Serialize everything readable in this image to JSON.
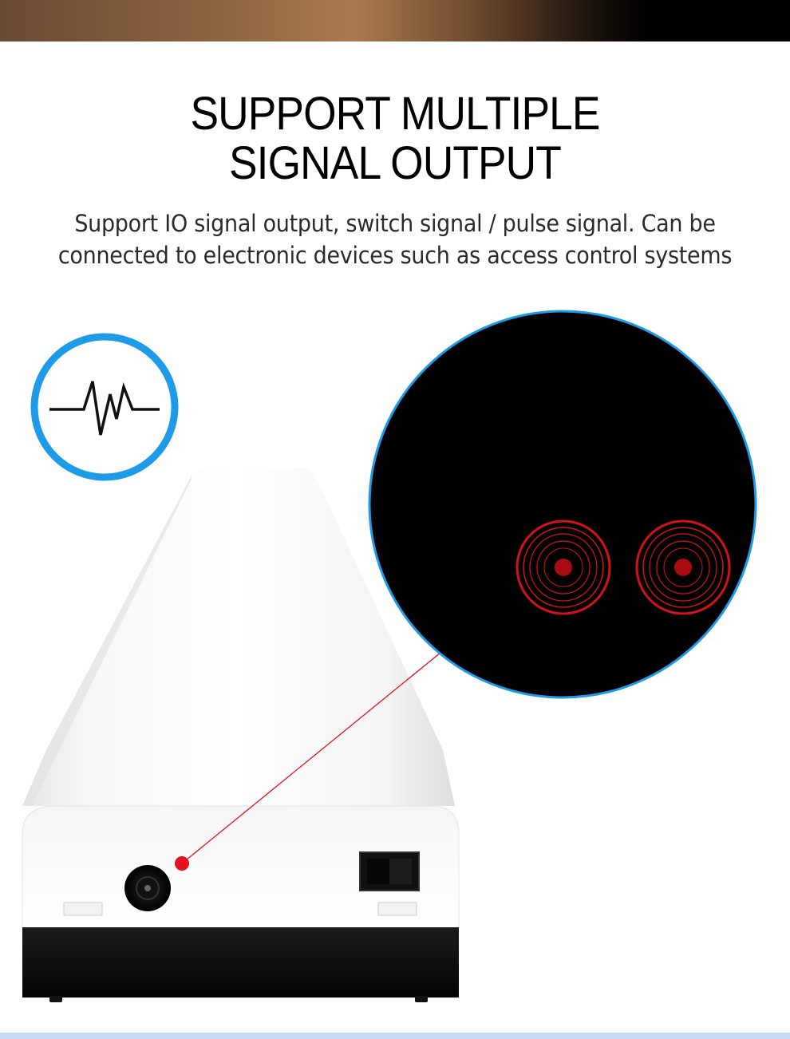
{
  "headline": {
    "line1": "SUPPORT MULTIPLE",
    "line2": "SIGNAL OUTPUT"
  },
  "description": {
    "line1": "Support IO signal output, switch signal / pulse signal. Can be",
    "line2": "connected to electronic devices such as access control systems"
  },
  "colors": {
    "accent_blue": "#1d9be8",
    "signal_red": "#e8101e",
    "device_body": "#ffffff",
    "device_base": "#0c0c0c"
  },
  "icons": {
    "signal": "pulse-waveform-icon"
  }
}
